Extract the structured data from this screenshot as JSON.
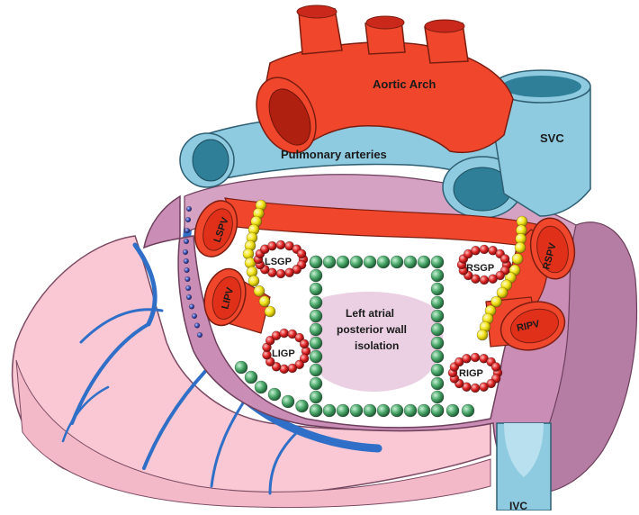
{
  "labels": {
    "aortic_arch": "Aortic Arch",
    "svc": "SVC",
    "pulmonary_arteries": "Pulmonary arteries",
    "lspv": "LSPV",
    "lipv": "LIPV",
    "rspv": "RSPV",
    "ripv": "RIPV",
    "lsgp": "LSGP",
    "ligp": "LIGP",
    "rsgp": "RSGP",
    "rigp": "RIGP",
    "ivc": "IVC",
    "center_line1": "Left atrial",
    "center_line2": "posterior wall",
    "center_line3": "isolation"
  },
  "colors": {
    "aorta": "#f0462c",
    "pulmonary": "#8ecbe0",
    "svc": "#8ecbe0",
    "atrium": "#c98db6",
    "ventricle": "#f9c8d4",
    "coronary_vessel": "#2f6fc7",
    "gp_dots": "#e02626",
    "pv_ring": "#f2e416",
    "box_ring": "#4aa86a",
    "left_dots": "#3a4fb5"
  }
}
